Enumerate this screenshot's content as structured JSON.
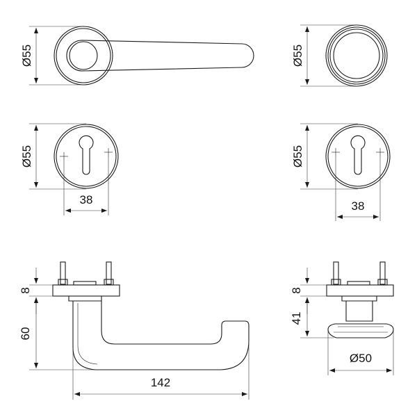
{
  "views": {
    "lever_rose_front": {
      "dimension": "Ø55"
    },
    "knob_rose_front": {
      "dimension": "Ø55"
    },
    "key_escutcheon_left": {
      "diameter": "Ø55",
      "hole_spacing": "38"
    },
    "key_escutcheon_right": {
      "diameter": "Ø55",
      "hole_spacing": "38"
    },
    "lever_side": {
      "rose_height": "8",
      "lever_drop": "60",
      "lever_length": "142"
    },
    "knob_side": {
      "rose_height": "8",
      "knob_height": "41",
      "knob_diameter": "Ø50"
    }
  },
  "colors": {
    "line": "#1a1a1a",
    "background": "#ffffff"
  }
}
